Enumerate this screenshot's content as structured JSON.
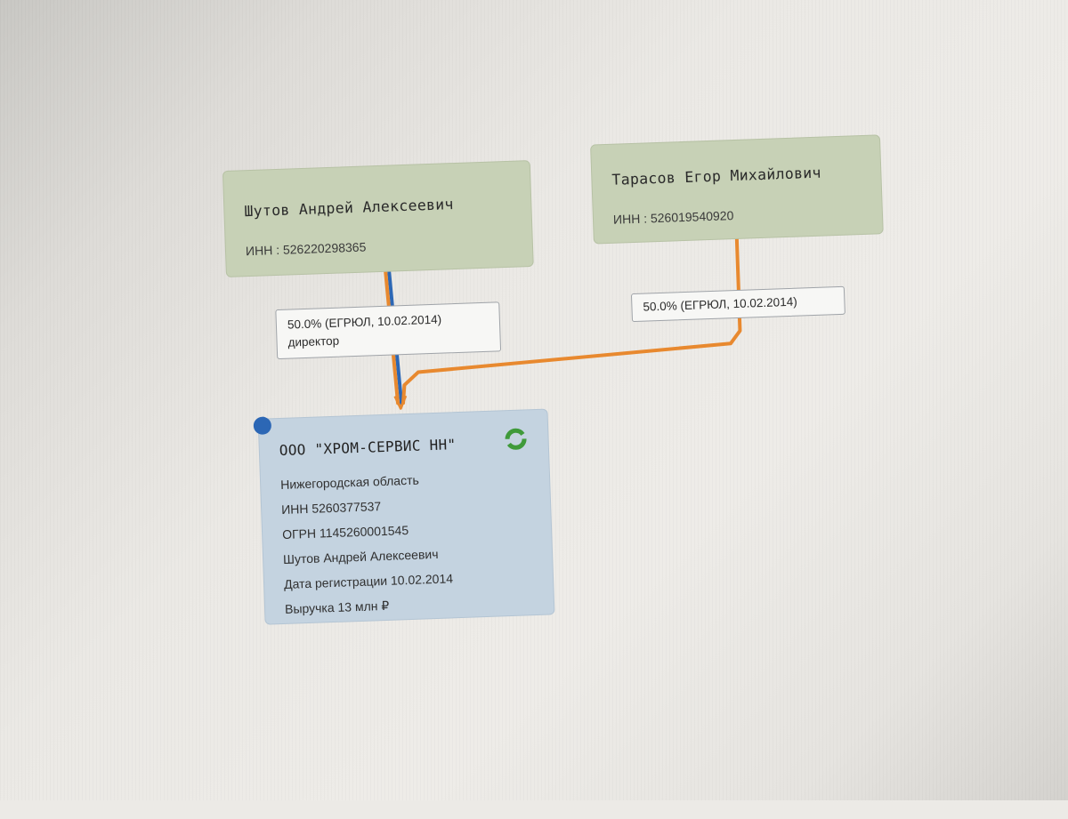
{
  "persons": [
    {
      "name": "Шутов  Андрей  Алексеевич",
      "inn": "ИНН : 526220298365"
    },
    {
      "name": "Тарасов  Егор  Михайлович",
      "inn": "ИНН : 526019540920"
    }
  ],
  "links": [
    {
      "share": "50.0% (ЕГРЮЛ, 10.02.2014)",
      "role": "директор"
    },
    {
      "share": "50.0% (ЕГРЮЛ, 10.02.2014)",
      "role": ""
    }
  ],
  "company": {
    "name": "ООО  \"ХРОМ-СЕРВИС  НН\"",
    "region": "Нижегородская область",
    "inn": "ИНН 5260377537",
    "ogrn": "ОГРН 1145260001545",
    "director": "Шутов Андрей Алексеевич",
    "registered": "Дата регистрации 10.02.2014",
    "revenue": "Выручка 13 млн ₽"
  },
  "colors": {
    "person_card": "#c7d1b6",
    "company_card": "#c4d3e0",
    "ownership_link": "#e8892f",
    "director_link": "#2c67b5",
    "status_icon": "#3f9a3a"
  },
  "icons": {
    "company_status": "circular-arrows-icon",
    "node_marker": "blue-dot-icon"
  }
}
